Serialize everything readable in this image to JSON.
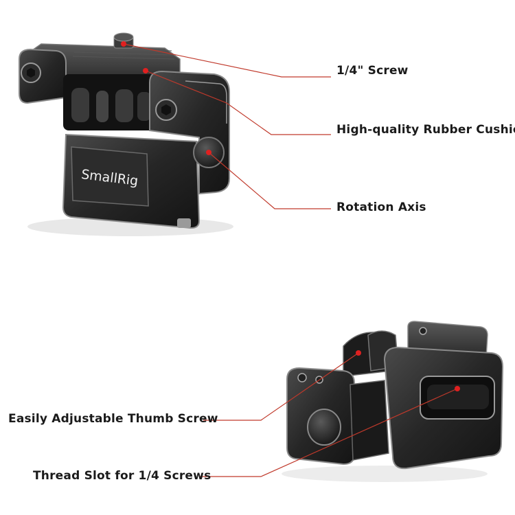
{
  "product": {
    "brand_text": "SmallRig"
  },
  "callouts": [
    {
      "text": "1/4\" Screw"
    },
    {
      "text": "High-quality Rubber Cushion"
    },
    {
      "text": "Rotation Axis"
    },
    {
      "text": "Easily Adjustable Thumb Screw"
    },
    {
      "text": "Thread Slot for 1/4 Screws"
    }
  ],
  "colors": {
    "leader_line": "#c0392b",
    "marker": "#e02020",
    "metal_dark": "#1e1e1e",
    "metal_mid": "#3a3a3a",
    "edge_highlight": "#8a8a8a"
  }
}
